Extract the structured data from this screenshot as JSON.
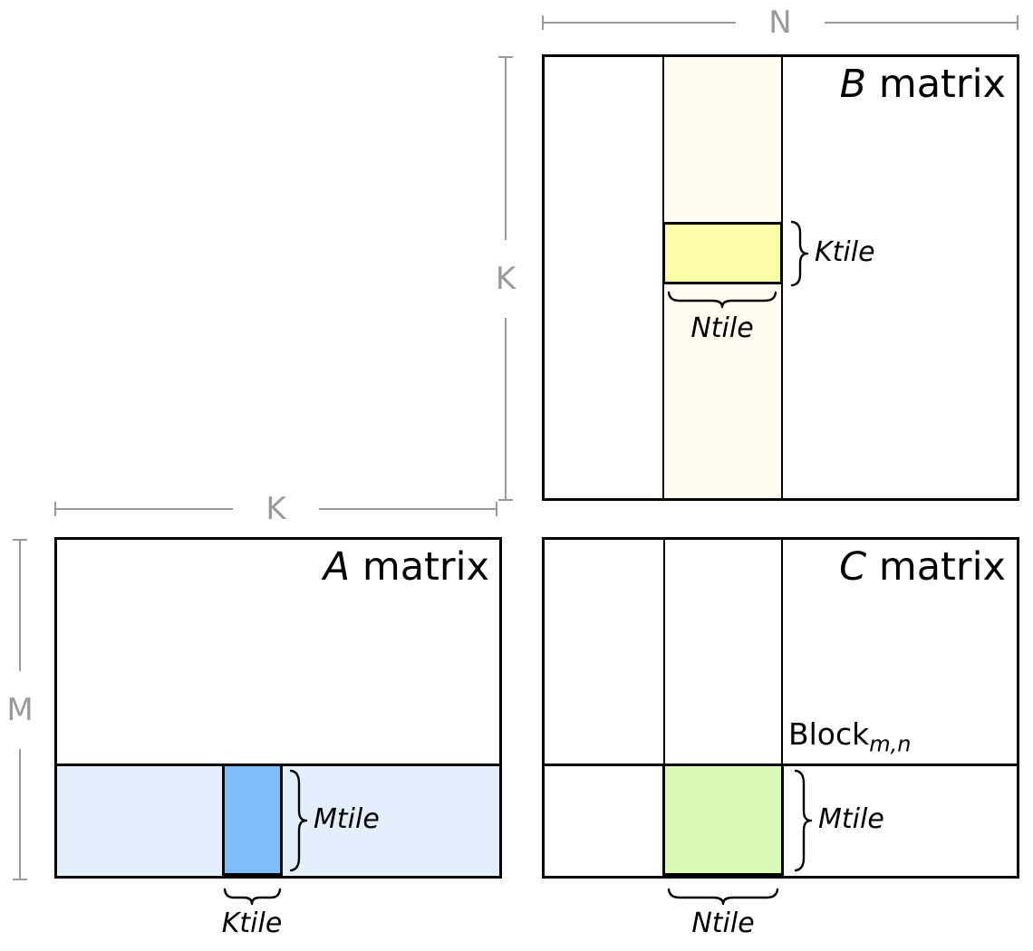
{
  "colors": {
    "line_gray": "#9a9a9a",
    "b_strip": "#fffdf0",
    "b_tile": "#fbfca6",
    "a_strip": "#e3f0fb",
    "a_tile": "#7dbcf7",
    "c_tile": "#dbfab5"
  },
  "dims": {
    "n": "N",
    "k_b": "K",
    "k_a": "K",
    "m": "M"
  },
  "matrices": {
    "b": {
      "title_letter": "B",
      "title_word": " matrix",
      "ktile_label": "Ktile",
      "ntile_label": "Ntile"
    },
    "a": {
      "title_letter": "A",
      "title_word": " matrix",
      "mtile_label": "Mtile",
      "ktile_label": "Ktile"
    },
    "c": {
      "title_letter": "C",
      "title_word": " matrix",
      "mtile_label": "Mtile",
      "ntile_label": "Ntile",
      "block_word": "Block",
      "block_subscript": "m,n"
    }
  }
}
